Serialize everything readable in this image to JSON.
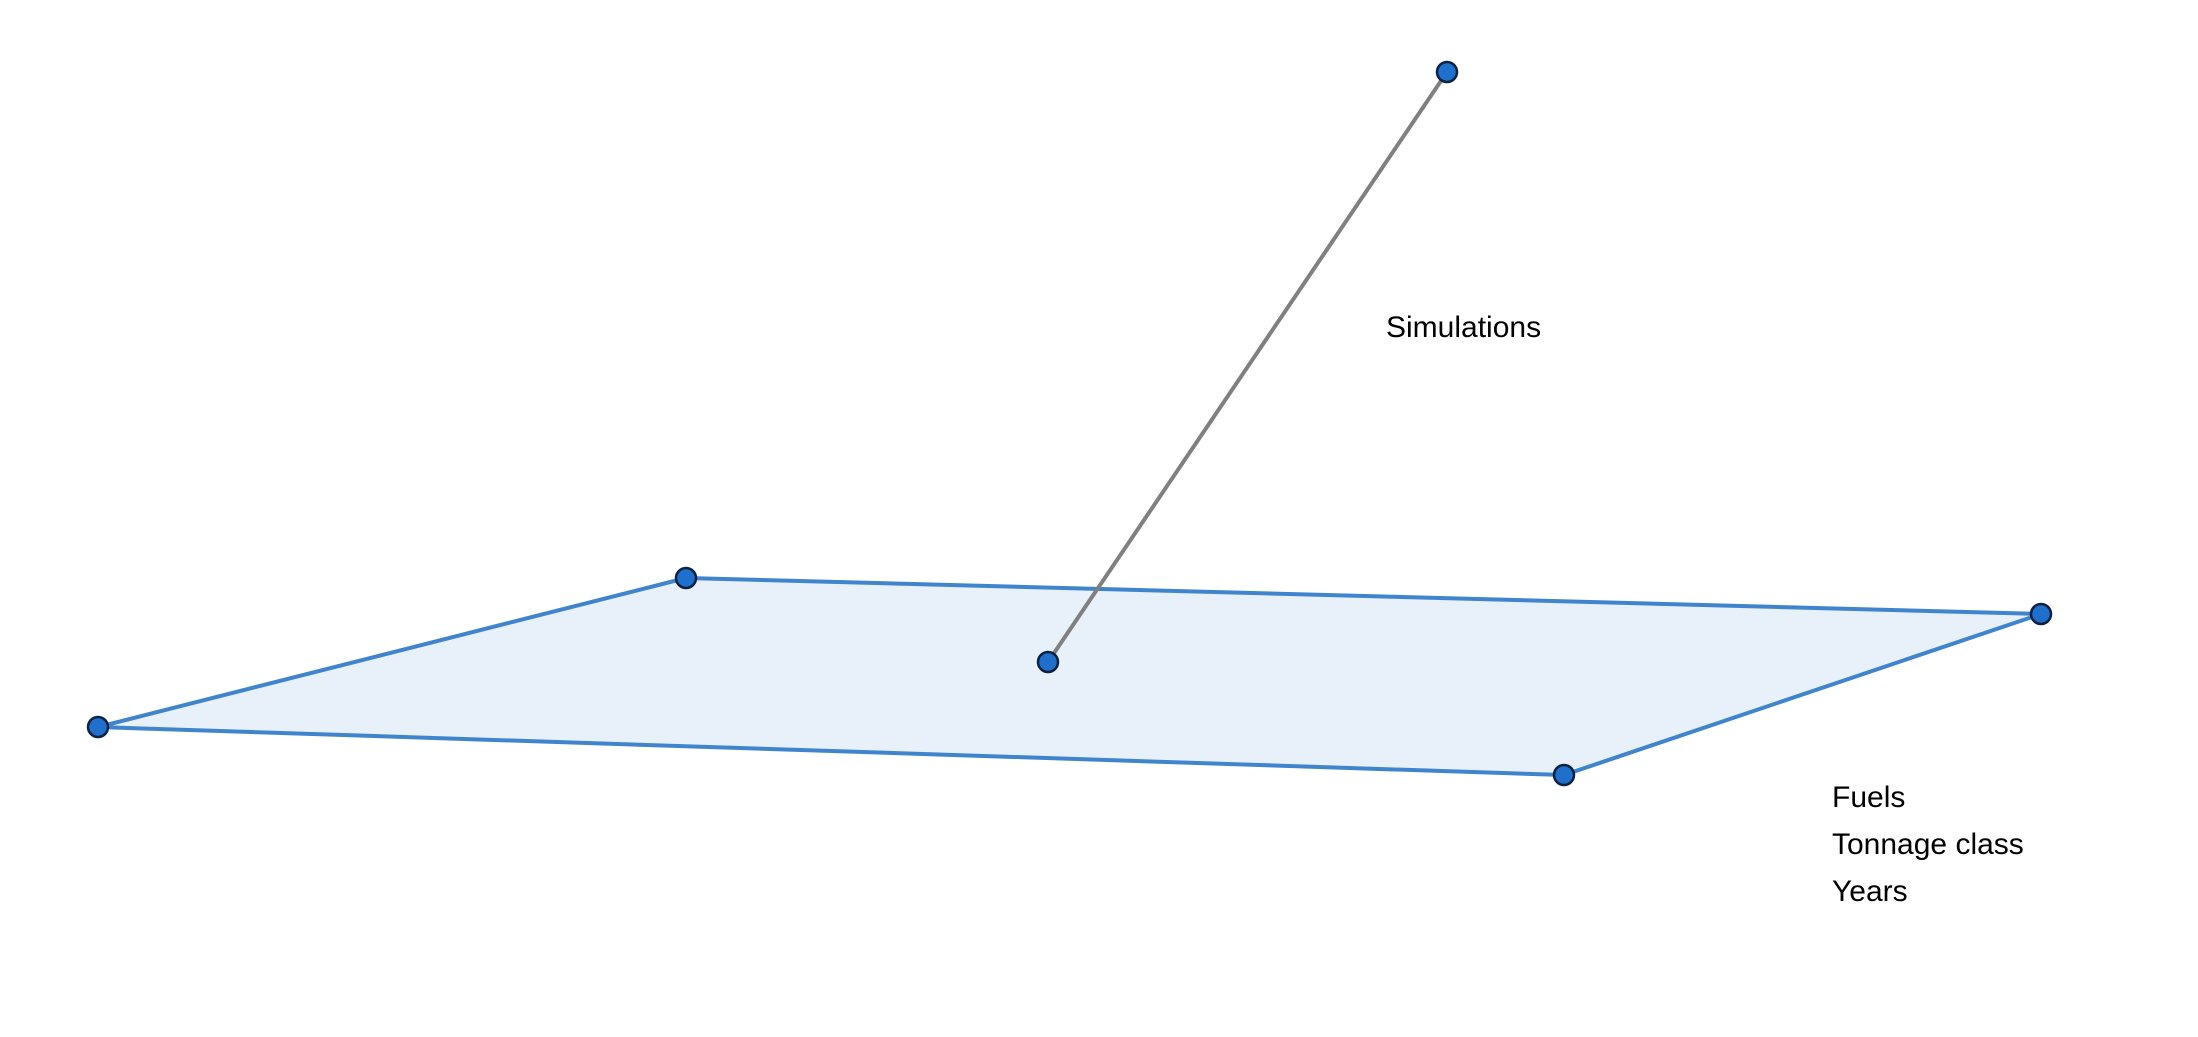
{
  "diagram": {
    "vertical_axis": {
      "label": "Simulations"
    },
    "plane_labels": [
      "Fuels",
      "Tonnage class",
      "Years"
    ],
    "colors": {
      "plane_fill": "#e8f0f9",
      "plane_stroke": "#3f84cc",
      "axis_stroke": "#808080",
      "point_fill": "#1f6fcc",
      "point_stroke": "#0d2240",
      "text": "#000000"
    }
  }
}
